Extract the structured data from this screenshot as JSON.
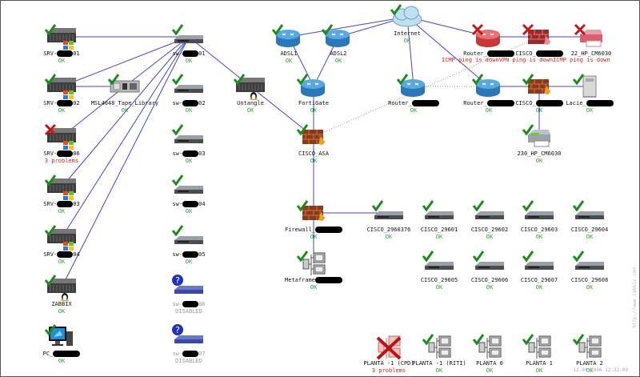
{
  "map": {
    "timestamp": "12.04.2008 12:32:09",
    "vendor_link": "http://www.zabbix.com",
    "colors": {
      "ok": "#2aa02a",
      "problem": "#c02020",
      "disabled": "#9a9a9a",
      "link": "#4444cc",
      "dotted_link": "#c08080"
    },
    "error_messages": [
      "ICMP ping is down",
      "VPN ping is down",
      "ICMP ping is down"
    ],
    "nodes": [
      {
        "id": "srv01",
        "label": "SRV-",
        "suffix": "01",
        "redact": true,
        "status": "OK",
        "type": "server-win",
        "state": "ok"
      },
      {
        "id": "srv02",
        "label": "SRV-",
        "suffix": "02",
        "redact": true,
        "status": "OK",
        "type": "server-win",
        "state": "ok"
      },
      {
        "id": "srv06",
        "label": "SRV-",
        "suffix": "06",
        "redact": true,
        "status": "3 problems",
        "type": "server-win",
        "state": "problem"
      },
      {
        "id": "srv03",
        "label": "SRV-",
        "suffix": "03",
        "redact": true,
        "status": "OK",
        "type": "server-win",
        "state": "ok"
      },
      {
        "id": "srv04",
        "label": "SRV-",
        "suffix": "04",
        "redact": true,
        "status": "OK",
        "type": "server-win",
        "state": "ok"
      },
      {
        "id": "zabbix",
        "label": "ZABBIX",
        "suffix": "",
        "redact": false,
        "status": "OK",
        "type": "server-linux",
        "state": "ok"
      },
      {
        "id": "pc",
        "label": "PC_",
        "suffix": "",
        "redact": true,
        "status": "OK",
        "type": "pc",
        "state": "ok"
      },
      {
        "id": "tape",
        "label": "MSL4048_Tape_Library",
        "suffix": "",
        "redact": false,
        "status": "OK",
        "type": "tape",
        "state": "ok"
      },
      {
        "id": "sw01",
        "label": "sw-",
        "suffix": "01",
        "redact": true,
        "status": "OK",
        "type": "switch",
        "state": "ok"
      },
      {
        "id": "sw02",
        "label": "sw-",
        "suffix": "02",
        "redact": true,
        "status": "OK",
        "type": "switch",
        "state": "ok"
      },
      {
        "id": "sw03",
        "label": "sw-",
        "suffix": "03",
        "redact": true,
        "status": "OK",
        "type": "switch",
        "state": "ok"
      },
      {
        "id": "sw04",
        "label": "sw-",
        "suffix": "04",
        "redact": true,
        "status": "OK",
        "type": "switch",
        "state": "ok"
      },
      {
        "id": "sw05",
        "label": "sw-",
        "suffix": "05",
        "redact": true,
        "status": "OK",
        "type": "switch",
        "state": "ok"
      },
      {
        "id": "sw06",
        "label": "sw-",
        "suffix": "06",
        "redact": true,
        "status": "DISABLED",
        "type": "switch",
        "state": "disabled"
      },
      {
        "id": "sw07",
        "label": "sw-",
        "suffix": "07",
        "redact": true,
        "status": "DISABLED",
        "type": "switch",
        "state": "disabled"
      },
      {
        "id": "untangle",
        "label": "Untangle",
        "suffix": "",
        "redact": false,
        "status": "OK",
        "type": "server-linux",
        "state": "ok"
      },
      {
        "id": "adsl1",
        "label": "ADSL1",
        "suffix": "",
        "redact": false,
        "status": "OK",
        "type": "router",
        "state": "ok"
      },
      {
        "id": "adsl2",
        "label": "ADSL2",
        "suffix": "",
        "redact": false,
        "status": "OK",
        "type": "router",
        "state": "ok"
      },
      {
        "id": "internet",
        "label": "Internet",
        "suffix": "",
        "redact": false,
        "status": "OK",
        "type": "cloud",
        "state": "ok"
      },
      {
        "id": "fortigate",
        "label": "FortiGate",
        "suffix": "",
        "redact": false,
        "status": "OK",
        "type": "router",
        "state": "ok"
      },
      {
        "id": "router_mid",
        "label": "Router_",
        "suffix": "",
        "redact": true,
        "status": "OK",
        "type": "router",
        "state": "ok"
      },
      {
        "id": "router_down",
        "label": "Router_",
        "suffix": "",
        "redact": true,
        "status": "",
        "type": "router",
        "state": "problem"
      },
      {
        "id": "cisco_down",
        "label": "CISCO_",
        "suffix": "",
        "redact": true,
        "status": "",
        "type": "firewall",
        "state": "problem"
      },
      {
        "id": "printer22",
        "label": "22_HP_CM6030",
        "suffix": "",
        "redact": false,
        "status": "",
        "type": "printer",
        "state": "problem"
      },
      {
        "id": "router_r",
        "label": "Router_",
        "suffix": "",
        "redact": true,
        "status": "OK",
        "type": "router",
        "state": "ok"
      },
      {
        "id": "cisco_r",
        "label": "CISCO_",
        "suffix": "",
        "redact": true,
        "status": "OK",
        "type": "firewall",
        "state": "ok"
      },
      {
        "id": "lacie",
        "label": "Lacie_",
        "suffix": "",
        "redact": true,
        "status": "OK",
        "type": "nas",
        "state": "ok"
      },
      {
        "id": "printer230",
        "label": "230_HP_CM6030",
        "suffix": "",
        "redact": false,
        "status": "OK",
        "type": "printer",
        "state": "ok"
      },
      {
        "id": "cisco_asa",
        "label": "CISCO_ASA",
        "suffix": "",
        "redact": false,
        "status": "OK",
        "type": "firewall",
        "state": "ok"
      },
      {
        "id": "firewall",
        "label": "Firewall_",
        "suffix": "",
        "redact": true,
        "status": "OK",
        "type": "firewall",
        "state": "ok"
      },
      {
        "id": "metaframe",
        "label": "Metaframe",
        "suffix": "",
        "redact": true,
        "status": "OK",
        "type": "network",
        "state": "ok"
      },
      {
        "id": "c2960_37g",
        "label": "CISCO_2960376",
        "suffix": "",
        "redact": false,
        "status": "OK",
        "type": "switch",
        "state": "ok"
      },
      {
        "id": "c2960_1",
        "label": "CISCO_29601",
        "suffix": "",
        "redact": false,
        "status": "OK",
        "type": "switch",
        "state": "ok"
      },
      {
        "id": "c2960_2",
        "label": "CISCO_29602",
        "suffix": "",
        "redact": false,
        "status": "OK",
        "type": "switch",
        "state": "ok"
      },
      {
        "id": "c2960_3",
        "label": "CISCO_29603",
        "suffix": "",
        "redact": false,
        "status": "OK",
        "type": "switch",
        "state": "ok"
      },
      {
        "id": "c2960_4",
        "label": "CISCO_29604",
        "suffix": "",
        "redact": false,
        "status": "OK",
        "type": "switch",
        "state": "ok"
      },
      {
        "id": "c2960_5",
        "label": "CISCO_29605",
        "suffix": "",
        "redact": false,
        "status": "OK",
        "type": "switch",
        "state": "ok"
      },
      {
        "id": "c2960_6",
        "label": "CISCO_29606",
        "suffix": "",
        "redact": false,
        "status": "OK",
        "type": "switch",
        "state": "ok"
      },
      {
        "id": "c2960_7",
        "label": "CISCO_29607",
        "suffix": "",
        "redact": false,
        "status": "OK",
        "type": "switch",
        "state": "ok"
      },
      {
        "id": "c2960_8",
        "label": "CISCO_29608",
        "suffix": "",
        "redact": false,
        "status": "OK",
        "type": "switch",
        "state": "ok"
      },
      {
        "id": "planta_cpd",
        "label": "PLANTA -1 (CPD)",
        "suffix": "",
        "redact": false,
        "status": "3 problems",
        "type": "network",
        "state": "problem"
      },
      {
        "id": "planta_riti",
        "label": "PLANTA -1 (RITI)",
        "suffix": "",
        "redact": false,
        "status": "OK",
        "type": "network",
        "state": "ok"
      },
      {
        "id": "planta0",
        "label": "PLANTA 0",
        "suffix": "",
        "redact": false,
        "status": "OK",
        "type": "network",
        "state": "ok"
      },
      {
        "id": "planta1",
        "label": "PLANTA 1",
        "suffix": "",
        "redact": false,
        "status": "OK",
        "type": "network",
        "state": "ok"
      },
      {
        "id": "planta2",
        "label": "PLANTA 2",
        "suffix": "",
        "redact": false,
        "status": "OK",
        "type": "network",
        "state": "ok"
      }
    ],
    "links": [
      {
        "from": "srv01",
        "to": "sw01",
        "style": "solid"
      },
      {
        "from": "srv02",
        "to": "sw01",
        "style": "solid"
      },
      {
        "from": "srv02",
        "to": "tape",
        "style": "solid"
      },
      {
        "from": "tape",
        "to": "sw01",
        "style": "solid"
      },
      {
        "from": "srv06",
        "to": "tape",
        "style": "solid"
      },
      {
        "from": "srv03",
        "to": "sw01",
        "style": "solid"
      },
      {
        "from": "srv04",
        "to": "sw01",
        "style": "solid"
      },
      {
        "from": "zabbix",
        "to": "sw01",
        "style": "solid"
      },
      {
        "from": "sw01",
        "to": "untangle",
        "style": "solid"
      },
      {
        "from": "untangle",
        "to": "cisco_asa",
        "style": "solid"
      },
      {
        "from": "adsl1",
        "to": "internet",
        "style": "solid"
      },
      {
        "from": "adsl2",
        "to": "internet",
        "style": "solid"
      },
      {
        "from": "adsl1",
        "to": "fortigate",
        "style": "solid"
      },
      {
        "from": "adsl2",
        "to": "fortigate",
        "style": "solid"
      },
      {
        "from": "fortigate",
        "to": "cisco_asa",
        "style": "solid"
      },
      {
        "from": "internet",
        "to": "router_mid",
        "style": "solid"
      },
      {
        "from": "internet",
        "to": "router_down",
        "style": "solid"
      },
      {
        "from": "internet",
        "to": "router_r",
        "style": "solid"
      },
      {
        "from": "router_down",
        "to": "cisco_down",
        "style": "solid"
      },
      {
        "from": "cisco_down",
        "to": "printer22",
        "style": "solid"
      },
      {
        "from": "router_r",
        "to": "cisco_r",
        "style": "solid"
      },
      {
        "from": "cisco_r",
        "to": "lacie",
        "style": "solid"
      },
      {
        "from": "cisco_r",
        "to": "printer230",
        "style": "solid"
      },
      {
        "from": "cisco_asa",
        "to": "firewall",
        "style": "solid"
      },
      {
        "from": "firewall",
        "to": "c2960_37g",
        "style": "solid"
      },
      {
        "from": "firewall",
        "to": "metaframe",
        "style": "solid"
      },
      {
        "from": "cisco_asa",
        "to": "cisco_down",
        "style": "dotted"
      },
      {
        "from": "router_mid",
        "to": "router_r",
        "style": "dotted"
      }
    ]
  }
}
